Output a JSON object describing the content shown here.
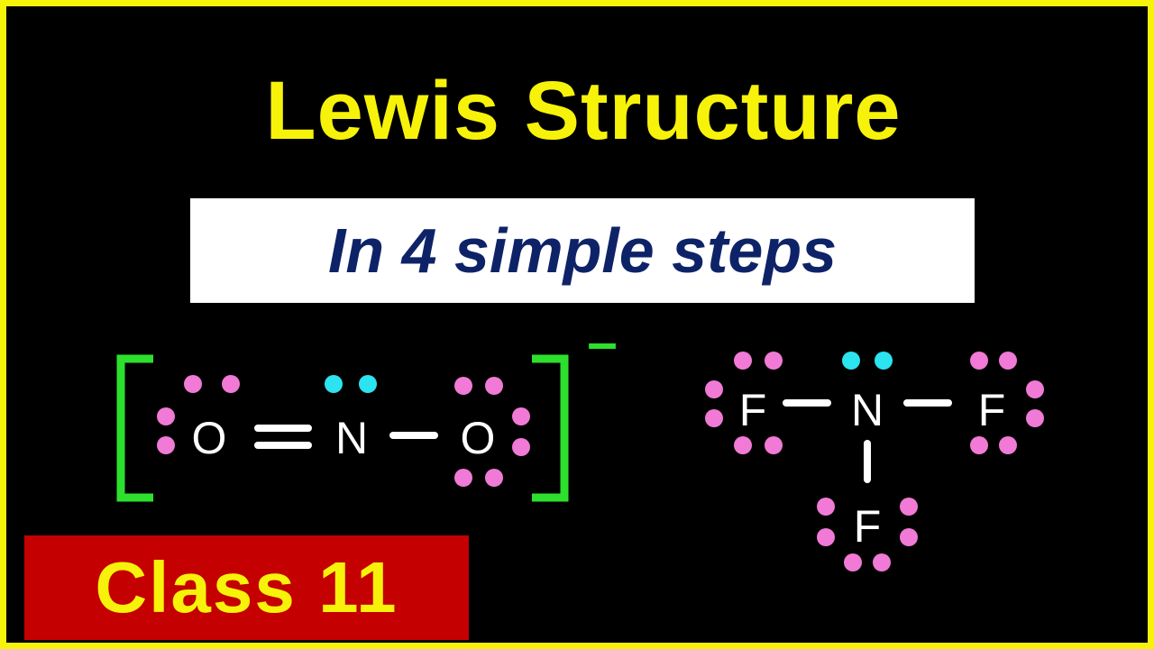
{
  "title": "Lewis Structure",
  "subtitle": "In 4 simple steps",
  "class_label": "Class 11",
  "colors": {
    "frame": "#f7f20a",
    "title": "#f7f20a",
    "subtitle_text": "#0e2367",
    "class_box": "#c40000",
    "bracket": "#2de02d",
    "lone_pair": "#f07ad6",
    "central_lone_pair": "#2ce3f0"
  },
  "nitrite": {
    "atoms": [
      "O",
      "N",
      "O"
    ],
    "charge": "–"
  },
  "nf3": {
    "atoms": [
      "F",
      "N",
      "F",
      "F"
    ]
  }
}
